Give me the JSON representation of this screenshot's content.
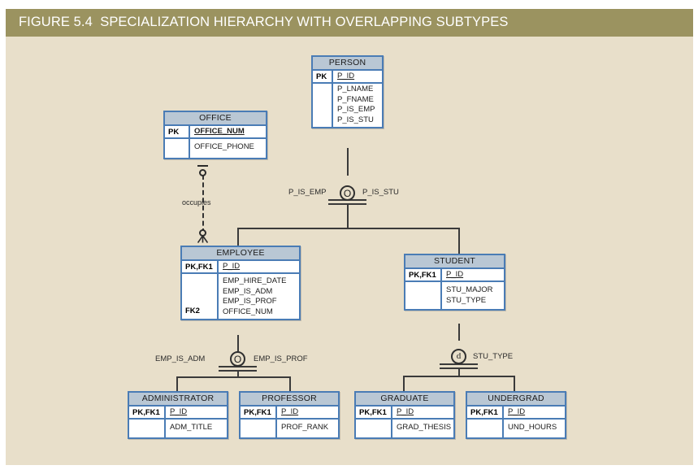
{
  "figure": {
    "label": "FIGURE 5.4",
    "title": "SPECIALIZATION HIERARCHY WITH OVERLAPPING SUBTYPES",
    "full_title": "FIGURE 5.4  SPECIALIZATION HIERARCHY WITH OVERLAPPING SUBTYPES",
    "colors": {
      "title_bar": "#9b9360",
      "canvas": "#e8dfca",
      "entity_border": "#4a7cb5",
      "entity_header": "#b9c7d4",
      "entity_body": "#ffffff",
      "line": "#3a3a3a",
      "title_text": "#ffffff"
    }
  },
  "entities": {
    "person": {
      "name": "PERSON",
      "pk_key": "PK",
      "pk_attr": "P_ID",
      "attr_key": "",
      "attrs": "P_LNAME\nP_FNAME\nP_IS_EMP\nP_IS_STU"
    },
    "office": {
      "name": "OFFICE",
      "pk_key": "PK",
      "pk_attr": "OFFICE_NUM",
      "attr_key": "",
      "attrs": "OFFICE_PHONE"
    },
    "employee": {
      "name": "EMPLOYEE",
      "pk_key": "PK,FK1",
      "pk_attr": "P_ID",
      "attr_key": "FK2",
      "attrs": "EMP_HIRE_DATE\nEMP_IS_ADM\nEMP_IS_PROF\nOFFICE_NUM"
    },
    "student": {
      "name": "STUDENT",
      "pk_key": "PK,FK1",
      "pk_attr": "P_ID",
      "attr_key": "",
      "attrs": "STU_MAJOR\nSTU_TYPE"
    },
    "administrator": {
      "name": "ADMINISTRATOR",
      "pk_key": "PK,FK1",
      "pk_attr": "P_ID",
      "attr_key": "",
      "attrs": "ADM_TITLE"
    },
    "professor": {
      "name": "PROFESSOR",
      "pk_key": "PK,FK1",
      "pk_attr": "P_ID",
      "attr_key": "",
      "attrs": "PROF_RANK"
    },
    "graduate": {
      "name": "GRADUATE",
      "pk_key": "PK,FK1",
      "pk_attr": "P_ID",
      "attr_key": "",
      "attrs": "GRAD_THESIS"
    },
    "undergrad": {
      "name": "UNDERGRAD",
      "pk_key": "PK,FK1",
      "pk_attr": "P_ID",
      "attr_key": "",
      "attrs": "UND_HOURS"
    }
  },
  "relationships": {
    "occupies": {
      "label": "occupies",
      "type": "non-identifying-optional"
    }
  },
  "specializations": {
    "person_spec": {
      "symbol": "O",
      "symbol_meaning": "overlapping",
      "left_label": "P_IS_EMP",
      "right_label": "P_IS_STU"
    },
    "employee_spec": {
      "symbol": "O",
      "symbol_meaning": "overlapping",
      "left_label": "EMP_IS_ADM",
      "right_label": "EMP_IS_PROF"
    },
    "student_spec": {
      "symbol": "d",
      "symbol_meaning": "disjoint",
      "left_label": "",
      "right_label": "STU_TYPE"
    }
  }
}
